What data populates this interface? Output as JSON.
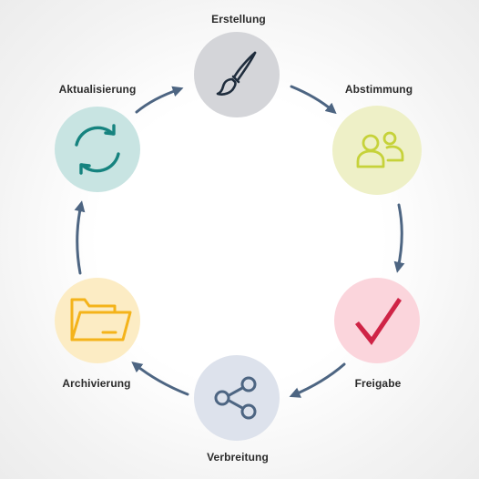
{
  "diagram": {
    "steps": [
      {
        "key": "erstellung",
        "label": "Erstellung",
        "icon": "paintbrush-icon",
        "fill": "#d4d5d9",
        "icon_color": "#1f2d3d"
      },
      {
        "key": "abstimmung",
        "label": "Abstimmung",
        "icon": "people-icon",
        "fill": "#eef0c7",
        "icon_color": "#c6d23a"
      },
      {
        "key": "freigabe",
        "label": "Freigabe",
        "icon": "checkmark-icon",
        "fill": "#fbd5dc",
        "icon_color": "#cf2446"
      },
      {
        "key": "verbreitung",
        "label": "Verbreitung",
        "icon": "share-icon",
        "fill": "#dde2ec",
        "icon_color": "#4d6582"
      },
      {
        "key": "archivierung",
        "label": "Archivierung",
        "icon": "folder-icon",
        "fill": "#fcecc4",
        "icon_color": "#f4b31a"
      },
      {
        "key": "aktualisierung",
        "label": "Aktualisierung",
        "icon": "refresh-icon",
        "fill": "#c8e4e2",
        "icon_color": "#16837f"
      }
    ],
    "arrow_color": "#4d6582"
  }
}
